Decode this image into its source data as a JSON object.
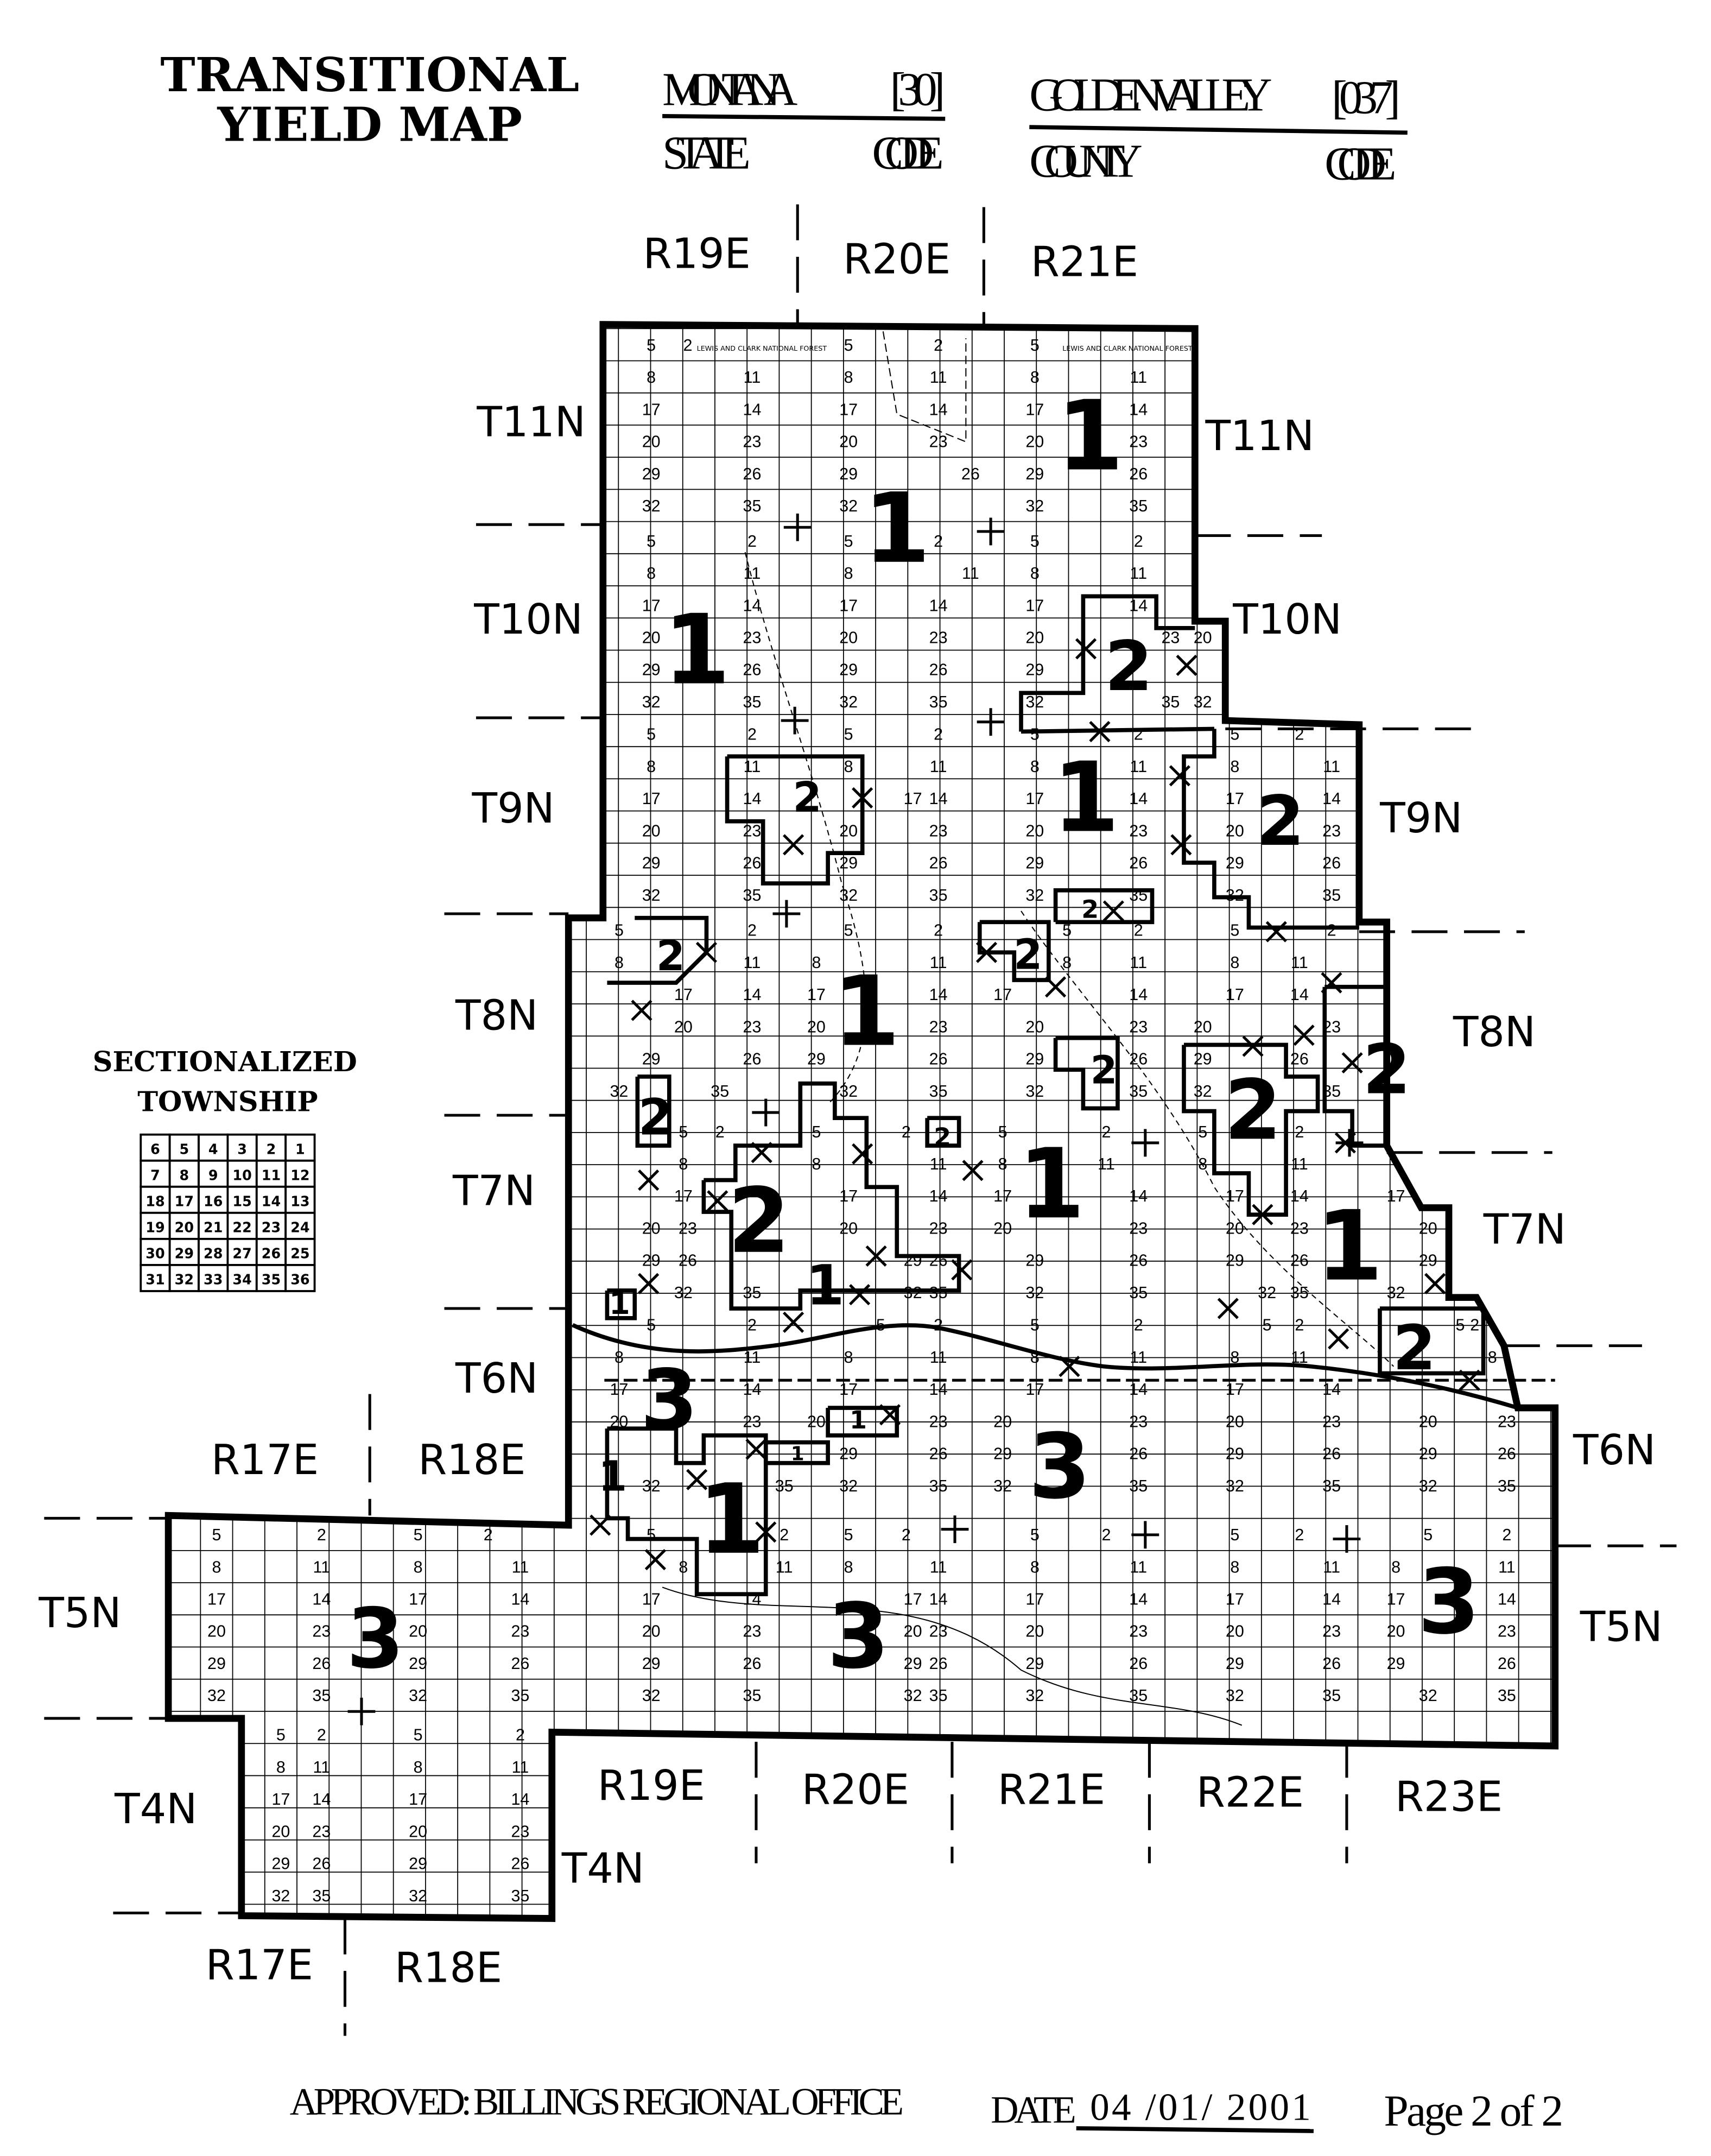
{
  "header": {
    "title_line1": "TRANSITIONAL",
    "title_line2": "YIELD MAP",
    "state": "MONTANA",
    "state_code": "[30]",
    "state_label": "STATE",
    "code_label": "CODE",
    "county": "GOLDEN VALLEY",
    "county_code": "[037]",
    "county_label": "COUNTY"
  },
  "legend": {
    "title_line1": "SECTIONALIZED",
    "title_line2": "TOWNSHIP",
    "sections": [
      [
        "6",
        "5",
        "4",
        "3",
        "2",
        "1"
      ],
      [
        "7",
        "8",
        "9",
        "10",
        "11",
        "12"
      ],
      [
        "18",
        "17",
        "16",
        "15",
        "14",
        "13"
      ],
      [
        "19",
        "20",
        "21",
        "22",
        "23",
        "24"
      ],
      [
        "30",
        "29",
        "28",
        "27",
        "26",
        "25"
      ],
      [
        "31",
        "32",
        "33",
        "34",
        "35",
        "36"
      ]
    ]
  },
  "ranges": {
    "top": [
      "R19E",
      "R20E",
      "R21E"
    ],
    "left": [
      "R17E",
      "R18E"
    ],
    "bottom": [
      "R19E",
      "R20E",
      "R21E",
      "R22E",
      "R23E"
    ],
    "bottom_left": [
      "R17E",
      "R18E"
    ]
  },
  "townships": {
    "left": [
      "T11N",
      "T10N",
      "T9N",
      "T8N",
      "T7N",
      "T6N",
      "T5N",
      "T4N"
    ],
    "right": [
      "T11N",
      "T10N",
      "T9N",
      "T8N",
      "T7N",
      "T6N",
      "T5N",
      "T4N"
    ]
  },
  "map_annotations": {
    "forest_1": "LEWIS AND CLARK NATIONAL FOREST",
    "forest_2": "LEWIS AND CLARK NATIONAL FOREST"
  },
  "section_label_pattern": [
    "5",
    "2",
    "8",
    "11",
    "17",
    "14",
    "20",
    "23",
    "29",
    "26",
    "32",
    "35"
  ],
  "zones": {
    "labels": [
      "1",
      "1",
      "1",
      "1",
      "1",
      "1",
      "1",
      "1",
      "1",
      "1",
      "1",
      "2",
      "2",
      "2",
      "2",
      "2",
      "2",
      "2",
      "2",
      "2",
      "2",
      "2",
      "2",
      "2",
      "3",
      "3",
      "3",
      "3",
      "3",
      "1",
      "1"
    ]
  },
  "footer": {
    "approved": "APPROVED: BILLINGS REGIONAL OFFICE",
    "date_label": "DATE",
    "date": "04 /01/ 2001",
    "page": "Page 2 of 2"
  }
}
